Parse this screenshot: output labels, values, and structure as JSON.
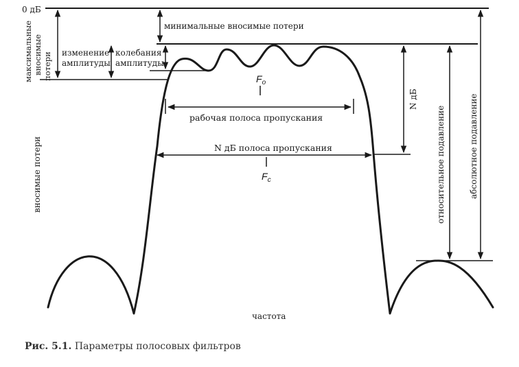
{
  "labels": {
    "zero_db": "0 дБ",
    "max_loss_line1": "максимальные",
    "max_loss_line2": "вносимые",
    "max_loss_line3": "потери",
    "min_loss": "минимальные вносимые потери",
    "amp_change_line1": "изменение",
    "amp_change_line2": "амплитуды",
    "amp_ripple_line1": "колебания",
    "amp_ripple_line2": "амплитуды",
    "f_center_main": "F",
    "f_center_sub": "o",
    "working_band": "рабочая полоса пропускания",
    "n_db": "N дБ",
    "n_db_band": "N дБ полоса пропускания",
    "f_cut_main": "F",
    "f_cut_sub": "c",
    "insertion_loss_axis": "вносимые потери",
    "relative_rejection": "относительное подавление",
    "absolute_rejection": "абсолютное подавление",
    "frequency_axis": "частота"
  },
  "caption": {
    "number": "Рис. 5.1.",
    "text": "Параметры полосовых фильтров"
  },
  "colors": {
    "ink": "#1a1a1a",
    "background": "#ffffff"
  }
}
